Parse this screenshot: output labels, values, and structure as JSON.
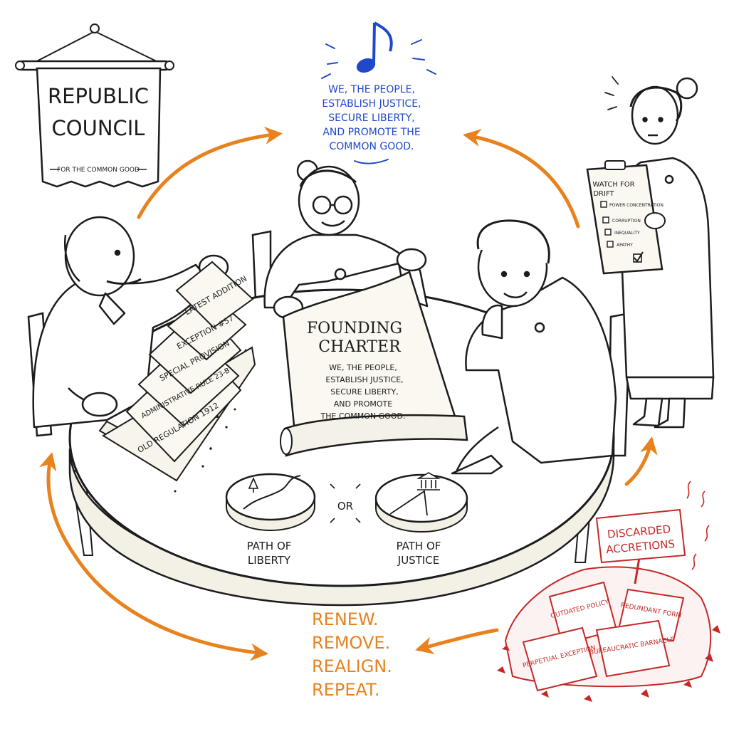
{
  "banner": {
    "title_line1": "Republic",
    "title_line2": "Council",
    "subtitle": "For the Common Good"
  },
  "anthem": {
    "icon": "music-note-icon",
    "lines": [
      "We, the People,",
      "establish justice,",
      "secure liberty,",
      "and promote the",
      "common good."
    ]
  },
  "paper_stack": {
    "labels": [
      "Latest Addition",
      "Exception #57",
      "Special Provision",
      "Administrative Rule 23-B",
      "Old Regulation 1912"
    ]
  },
  "charter": {
    "title_line1": "Founding",
    "title_line2": "Charter",
    "lines": [
      "We, the People,",
      "establish justice,",
      "secure liberty,",
      "and promote",
      "the common good."
    ]
  },
  "choices": {
    "left_line1": "Path of",
    "left_line2": "Liberty",
    "or": "or",
    "right_line1": "Path of",
    "right_line2": "Justice"
  },
  "clipboard": {
    "title_line1": "Watch for",
    "title_line2": "drift",
    "items": [
      {
        "text": "Power concentration",
        "checked": false
      },
      {
        "text": "Corruption",
        "checked": false
      },
      {
        "text": "Inequality",
        "checked": false
      },
      {
        "text": "Apathy",
        "checked": true
      }
    ]
  },
  "discard": {
    "sign_line1": "Discarded",
    "sign_line2": "Accretions",
    "papers": [
      "Outdated Policy",
      "Redundant Form",
      "Perpetual Exception",
      "Bureaucratic Barnacle"
    ]
  },
  "motto": [
    "Renew.",
    "Remove.",
    "Realign.",
    "Repeat."
  ],
  "colors": {
    "ink": "#1c1c1c",
    "blue": "#1f49c9",
    "orange": "#e8821e",
    "red": "#c62828",
    "paper": "#faf8f1"
  }
}
